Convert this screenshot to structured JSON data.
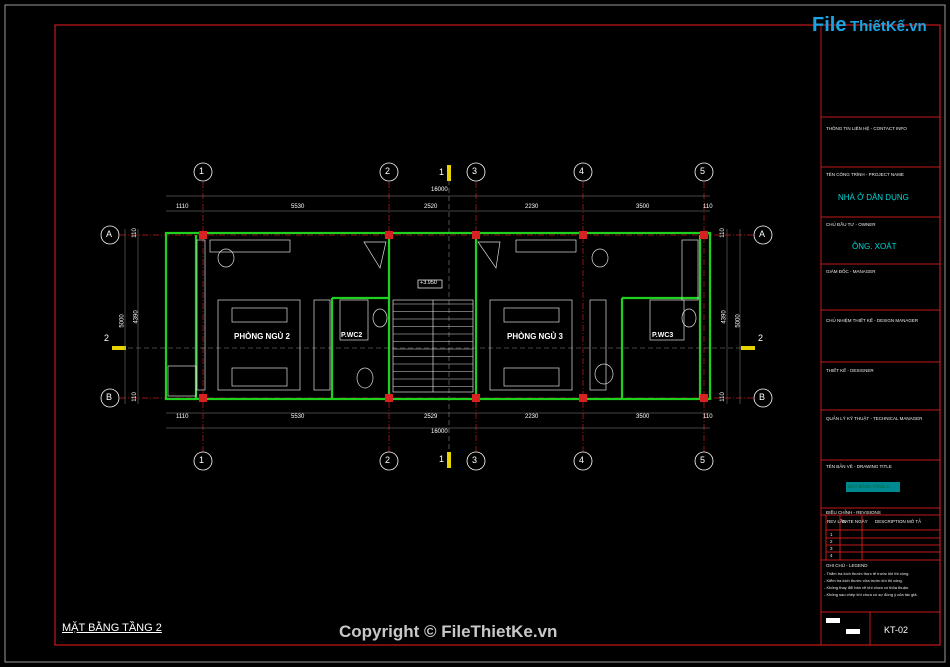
{
  "watermark": {
    "logo_file": "File",
    "logo_rest": "ThiếtKế.vn",
    "copyright": "Copyright © FileThietKe.vn"
  },
  "plan": {
    "title": "MẶT BẰNG TẦNG 2",
    "grid_columns": [
      "1",
      "2",
      "3",
      "4",
      "5"
    ],
    "grid_rows": [
      "A",
      "B"
    ],
    "section_marks": [
      "1",
      "2"
    ],
    "dims_top": [
      "1110",
      "5530",
      "2520",
      "2230",
      "3500",
      "110"
    ],
    "dims_bottom": [
      "1110",
      "5530",
      "2529",
      "2230",
      "3500",
      "110"
    ],
    "total_top": "16000",
    "total_bottom": "16000",
    "dims_side_left": [
      "110",
      "4390",
      "5000",
      "110"
    ],
    "dims_side_right": [
      "110",
      "4390",
      "5000",
      "110"
    ],
    "level_mark": "+3.950",
    "rooms": {
      "bedroom_2": "PHÒNG NGỦ 2",
      "wc_2": "P.WC2",
      "bedroom_3": "PHÒNG NGỦ 3",
      "wc_3": "P.WC3"
    }
  },
  "title_block": {
    "company_info_label": "THÔNG TIN LIÊN HỆ - CONTACT INFO",
    "project_name_label": "TÊN CÔNG TRÌNH - PROJECT NAME",
    "project_name": "NHÀ Ở DÂN DỤNG",
    "owner_label": "CHỦ ĐẦU TƯ - OWNER",
    "owner": "ÔNG. XOÁT",
    "director_label": "GIÁM ĐỐC - MANAGER",
    "design_head_label": "CHỦ NHIỆM THIẾT KẾ - DESIGN MANAGER",
    "designer_label": "THIẾT KẾ - DESIGNER",
    "technical_label": "QUẢN LÝ KỸ THUẬT - TECHNICAL MANAGER",
    "drawing_title_label": "TÊN BẢN VẼ - DRAWING TITLE",
    "drawing_title": "MẶT BẰNG TẦNG 2",
    "revision_label": "ĐIỀU CHỈNH - REVISIONS",
    "rev_cols": [
      "REV LẦN",
      "DATE NGÀY",
      "DESCRIPTION MÔ TẢ"
    ],
    "rev_rows": [
      "1",
      "2",
      "3",
      "4"
    ],
    "notes_label": "GHI CHÚ - LEGEND",
    "notes": [
      "- Thẩm tra kích thước thực tế trước khi thi công.",
      "- Kiểm tra kích thước cửa trước khi thi công.",
      "- Không thay đổi bản vẽ khi chưa có thỏa thuận.",
      "- Không sao chép khi chưa có sự đồng ý của tác giả."
    ],
    "sheet_no": "KT-02"
  },
  "colors": {
    "border_red": "#c41a1a",
    "wall_green": "#1fd11f",
    "grid_red": "#c41a1a",
    "column_red": "#d82222",
    "dim_yellow": "#e8d400",
    "text_cyan": "#00d8d8",
    "logo_blue": "#17a6e3"
  }
}
